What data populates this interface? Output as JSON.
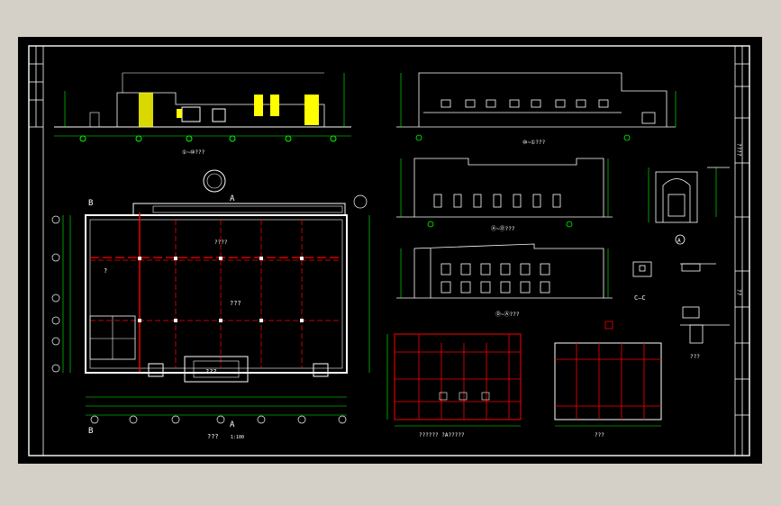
{
  "colors": {
    "window_bg": "#d4d0c8",
    "canvas_bg": "#000000",
    "line": "#ffffff",
    "dimension": "#00ff00",
    "axis": "#ff0000",
    "window_fill": "#ffff00",
    "annotation": "#00ffff"
  },
  "title_block": {
    "text_1": "????",
    "text_2": "??"
  },
  "sheet": {
    "plan_title": "???",
    "plan_scale": "1:100",
    "hall_label": "???",
    "room_label": "???",
    "foundation_title": "?????? ?A?????",
    "roof_struct_title": "???",
    "section_cc": "C—C",
    "detail_label": "???",
    "detail_a": "A",
    "section_b": "B",
    "section_a": "A",
    "elev_1_title": "①~⑩???",
    "elev_2_title": "⑩~①???",
    "elev_3_title": "Ⓐ~Ⓓ???",
    "elev_4_title": "Ⓓ~Ⓐ???",
    "room_small": "?",
    "area_label": "????"
  }
}
